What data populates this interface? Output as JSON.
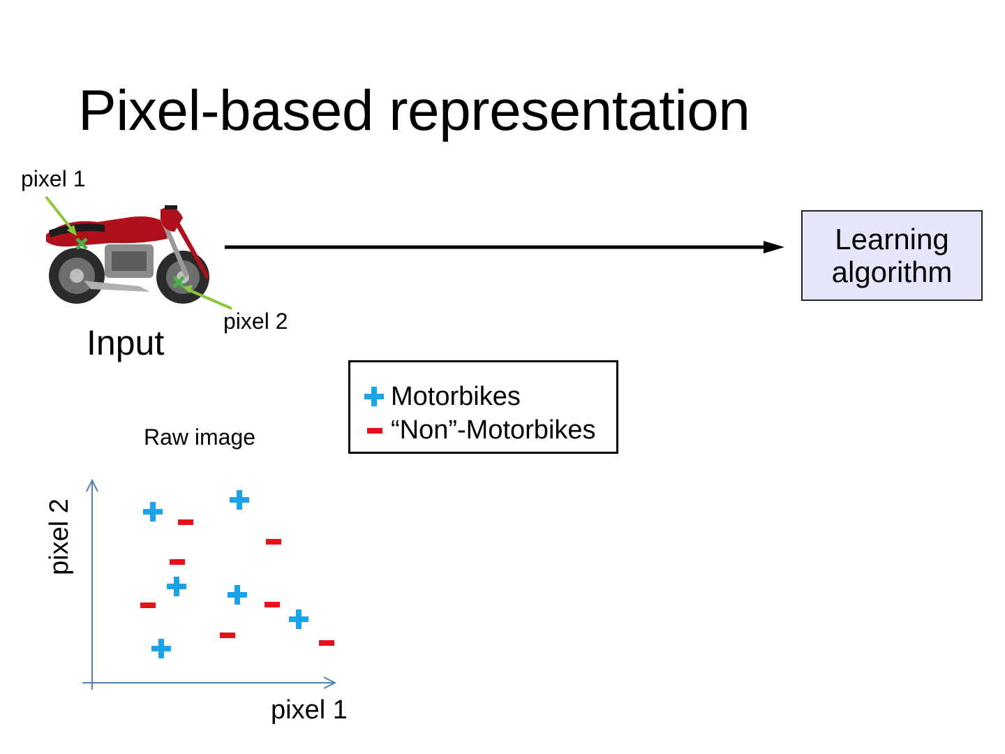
{
  "slide": {
    "title": "Pixel-based representation",
    "pixel1_label": "pixel 1",
    "pixel2_label": "pixel 2",
    "input_label": "Input",
    "learning_box": [
      "Learning",
      "algorithm"
    ],
    "raw_image_label": "Raw image"
  },
  "legend": {
    "positive": {
      "label": "Motorbikes",
      "symbol": "plus",
      "color": "#1aa3e8"
    },
    "negative": {
      "label": "“Non”-Motorbikes",
      "symbol": "minus",
      "color": "#e8101a"
    }
  },
  "plot": {
    "xlabel": "pixel 1",
    "ylabel": "pixel 2",
    "axis_color": "#4f81bd",
    "arrow_color": "#000000",
    "marker_color": "#6ab04c",
    "pointer_color": "#8cc63f"
  }
}
